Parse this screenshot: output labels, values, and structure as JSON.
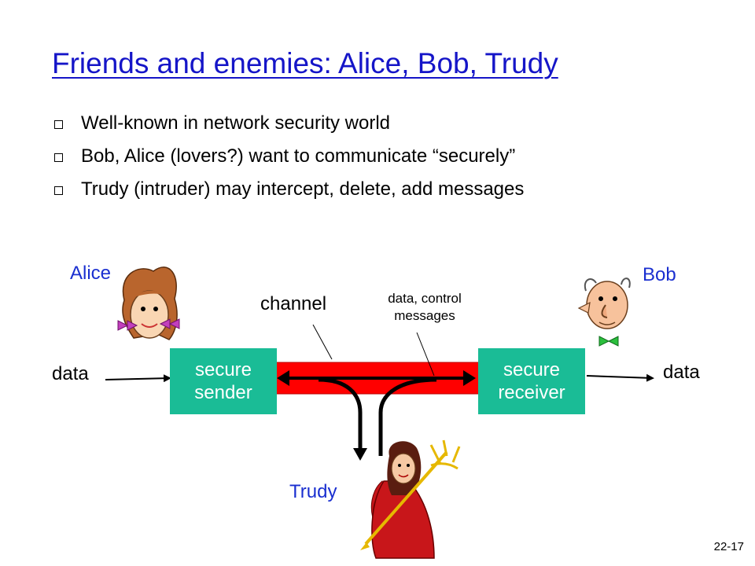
{
  "slide": {
    "title": "Friends and enemies: Alice, Bob, Trudy",
    "bullets": [
      "Well-known in network security world",
      "Bob, Alice (lovers?) want to communicate “securely”",
      "Trudy (intruder) may intercept, delete, add messages"
    ],
    "slide_number": "22-17"
  },
  "diagram": {
    "alice_label": "Alice",
    "bob_label": "Bob",
    "trudy_label": "Trudy",
    "channel_label": "channel",
    "control_label_line1": "data, control",
    "control_label_line2": "messages",
    "data_in_label": "data",
    "data_out_label": "data",
    "sender_line1": "secure",
    "sender_line2": "sender",
    "receiver_line1": "secure",
    "receiver_line2": "receiver",
    "colors": {
      "title": "#1515c8",
      "names": "#1a2fd0",
      "box": "#1abc96",
      "channel": "#ff0000"
    },
    "icons": [
      "alice-cartoon-icon",
      "bob-cartoon-icon",
      "trudy-devil-cartoon-icon"
    ]
  }
}
